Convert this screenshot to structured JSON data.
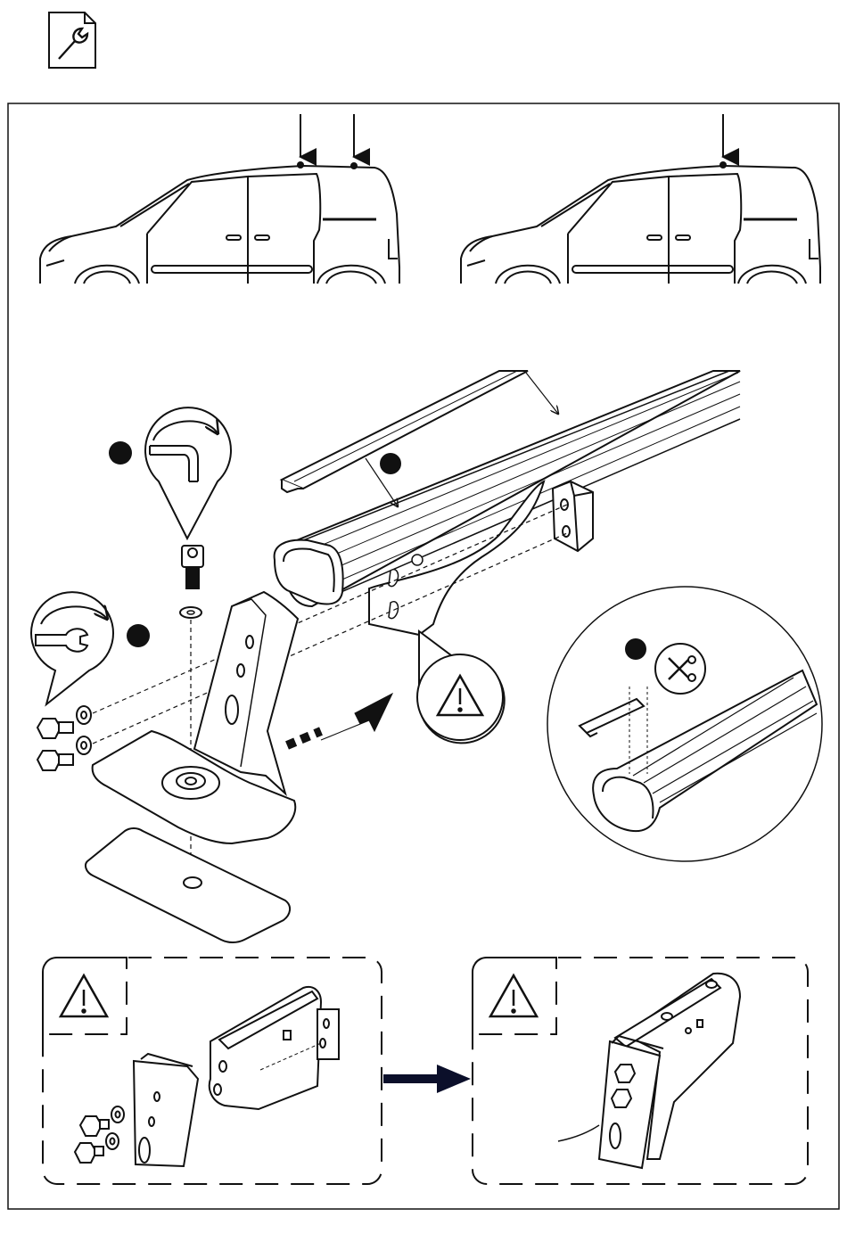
{
  "page": {
    "header_icon": "document-wrench-icon"
  },
  "colors": {
    "line": "#111111",
    "arrow_fill": "#111111",
    "dot_fill": "#111111",
    "panel_border": "#111111",
    "nav_arrow": "#0b0f2a"
  },
  "vehicles": [
    {
      "name": "van-left",
      "arrows": 2
    },
    {
      "name": "van-right",
      "arrows": 1
    }
  ],
  "callouts": {
    "hex_key": "hex-key-rotate-icon",
    "wrench": "wrench-rotate-icon",
    "warning": "warning-triangle-icon",
    "scissors": "scissors-icon"
  },
  "detail_panels": [
    {
      "name": "panel-before",
      "icon": "warning-triangle-icon"
    },
    {
      "name": "panel-after",
      "icon": "warning-triangle-icon"
    }
  ]
}
